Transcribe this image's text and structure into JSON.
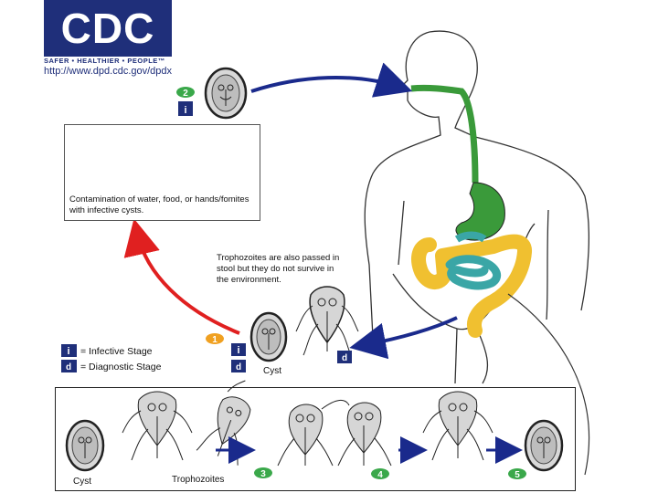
{
  "header": {
    "logo_text": "CDC",
    "tagline": "SAFER • HEALTHIER • PEOPLE™",
    "url": "http://www.dpd.cdc.gov/dpdx"
  },
  "contamination": {
    "text": "Contamination of water, food, or hands/fomites with infective cysts."
  },
  "trophozoite_note": {
    "text": "Trophozoites are also passed in stool but they do not survive in the environment."
  },
  "legend": {
    "infective_symbol": "i",
    "infective_label": "= Infective Stage",
    "diagnostic_symbol": "d",
    "diagnostic_label": "= Diagnostic Stage"
  },
  "stages": {
    "step1": "1",
    "step2": "2",
    "step3": "3",
    "step4": "4",
    "step5": "5"
  },
  "labels": {
    "cyst_mid": "Cyst",
    "cyst_bottom": "Cyst",
    "trophozoites_bottom": "Trophozoites"
  },
  "colors": {
    "arrow_blue": "#1a2a8c",
    "arrow_red": "#e02020",
    "stage_green": "#3aa84a",
    "stage_orange": "#f0a020",
    "legend_navy": "#1f2f7a",
    "gut_green": "#3a9a3a",
    "gut_yellow": "#f0c030",
    "gut_teal": "#3aa6a6"
  }
}
